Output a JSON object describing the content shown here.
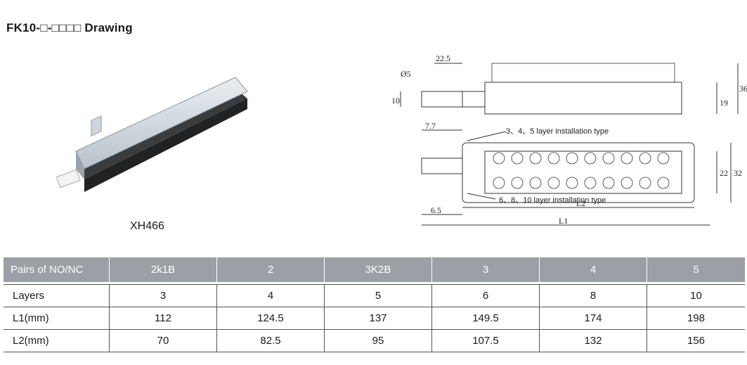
{
  "header": {
    "title": "FK10-□-□□□□ Drawing"
  },
  "product": {
    "model": "XH466"
  },
  "drawing": {
    "dims": {
      "d_hole": "Ø5",
      "w_22_5": "22.5",
      "h_10": "10",
      "h_19": "19",
      "h_36": "36",
      "w_7_7": "7.7",
      "h_22": "22",
      "h_32": "32",
      "w_6_5": "6.5",
      "l2": "L2",
      "l1": "L1"
    },
    "annotations": {
      "top_type": "3、4、5 layer installation type",
      "bottom_type": "6、8、10 layer installation type"
    }
  },
  "table": {
    "headers": [
      "Pairs of NO/NC",
      "2k1B",
      "2",
      "3K2B",
      "3",
      "4",
      "5"
    ],
    "rows": [
      {
        "label": "Layers",
        "values": [
          "3",
          "4",
          "5",
          "6",
          "8",
          "10"
        ]
      },
      {
        "label": "L1(mm)",
        "values": [
          "112",
          "124.5",
          "137",
          "149.5",
          "174",
          "198"
        ]
      },
      {
        "label": "L2(mm)",
        "values": [
          "70",
          "82.5",
          "95",
          "107.5",
          "132",
          "156"
        ]
      }
    ]
  }
}
